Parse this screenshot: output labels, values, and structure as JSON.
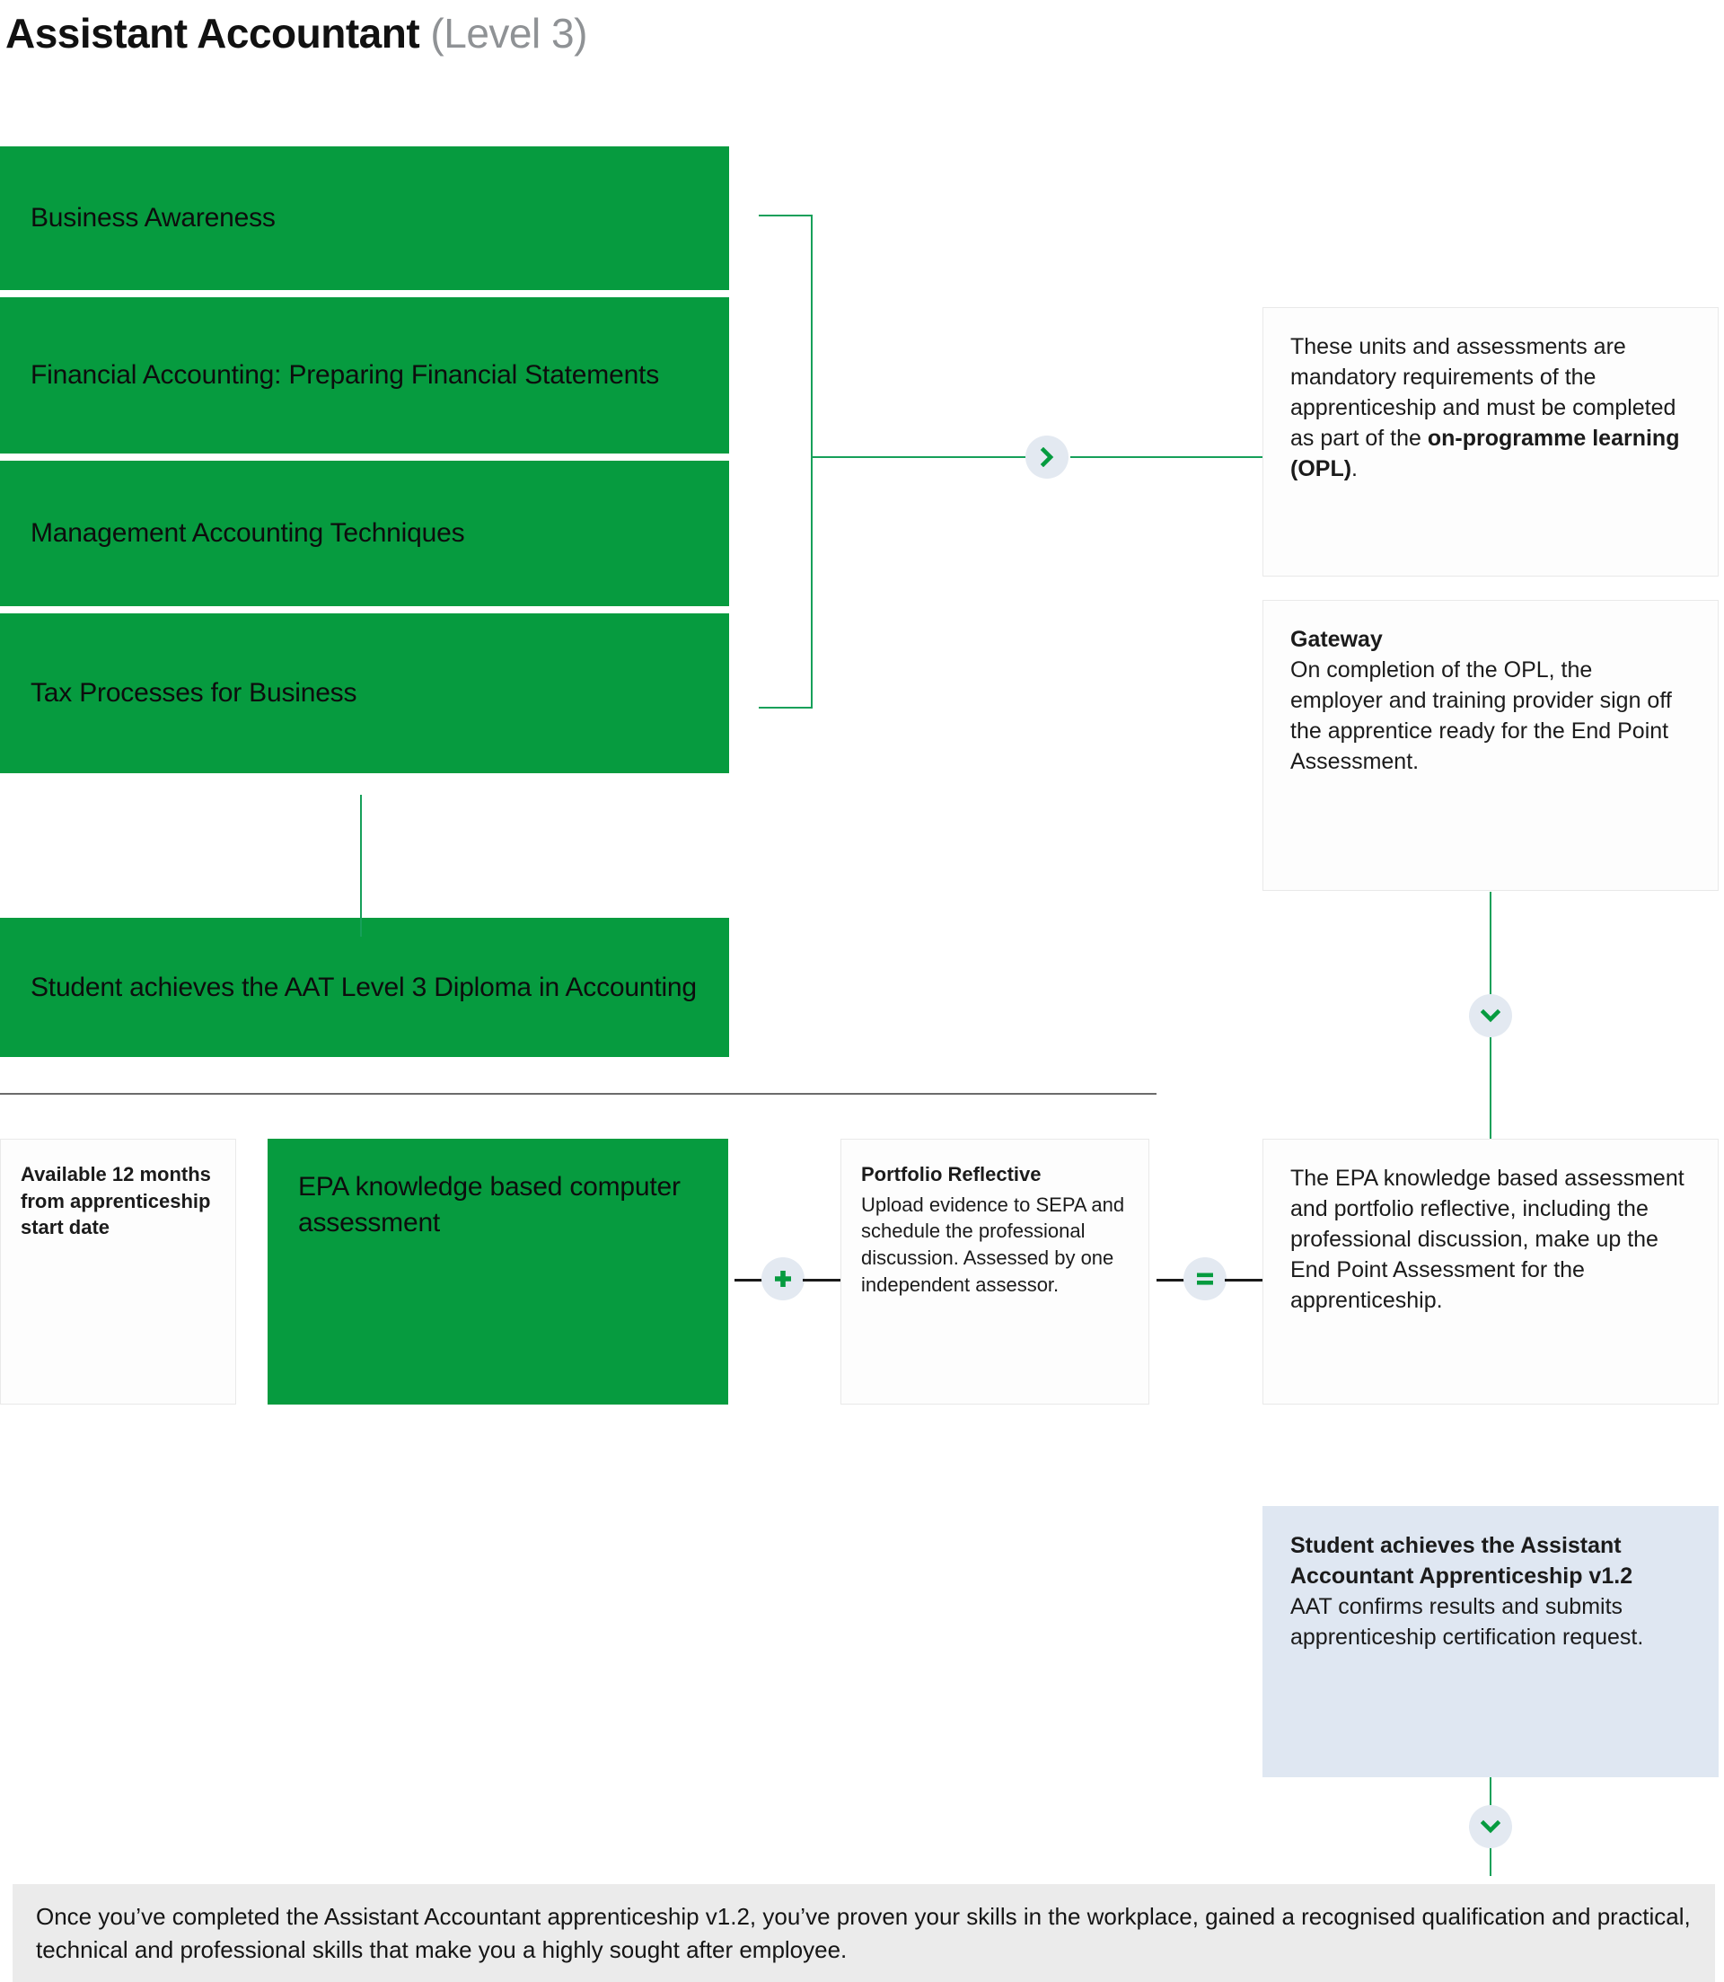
{
  "header": {
    "title": "Assistant Accountant",
    "level": "(Level 3)"
  },
  "theme": {
    "green": "#069b3f",
    "line_green": "#17a05a",
    "blue_panel": "#dfe7f2",
    "footer_bg": "#ebebeb",
    "divider": "#6b6b6b"
  },
  "units": [
    {
      "label": "Business Awareness"
    },
    {
      "label": "Financial Accounting: Preparing Financial Statements"
    },
    {
      "label": "Management Accounting Techniques"
    },
    {
      "label": "Tax Processes for Business"
    }
  ],
  "diploma": {
    "label": "Student achieves the AAT Level 3 Diploma in Accounting"
  },
  "opl_note": {
    "text_1": "These units and assessments are mandatory requirements of the apprenticeship and must be completed as part of the ",
    "bold": "on-programme learning (OPL)",
    "text_2": "."
  },
  "gateway": {
    "heading": "Gateway",
    "body": "On completion of the OPL, the employer and training provider sign off the apprentice ready for the End Point Assessment."
  },
  "availability": {
    "text": "Available 12 months from apprenticeship start date"
  },
  "epa_box": {
    "label": "EPA knowledge based computer assessment"
  },
  "portfolio": {
    "heading": "Portfolio Reflective",
    "body": "Upload evidence to SEPA and schedule the professional discussion. Assessed by one independent assessor."
  },
  "epa_summary": {
    "body": "The EPA knowledge based assessment and portfolio reflective, including the professional discussion, make up the End Point Assessment for the apprenticeship."
  },
  "achievement": {
    "heading": "Student achieves the Assistant Accountant Apprenticeship v1.2",
    "body": "AAT confirms results and submits apprenticeship certification request."
  },
  "footer": {
    "text": "Once you’ve completed the Assistant Accountant apprenticeship v1.2, you’ve proven your skills in the workplace, gained a recognised qualification and practical, technical and professional skills that make you a highly sought after employee."
  },
  "icons": {
    "chevron_right": "chevron-right-icon",
    "chevron_down": "chevron-down-icon",
    "plus": "plus-icon",
    "equals": "equals-icon"
  }
}
